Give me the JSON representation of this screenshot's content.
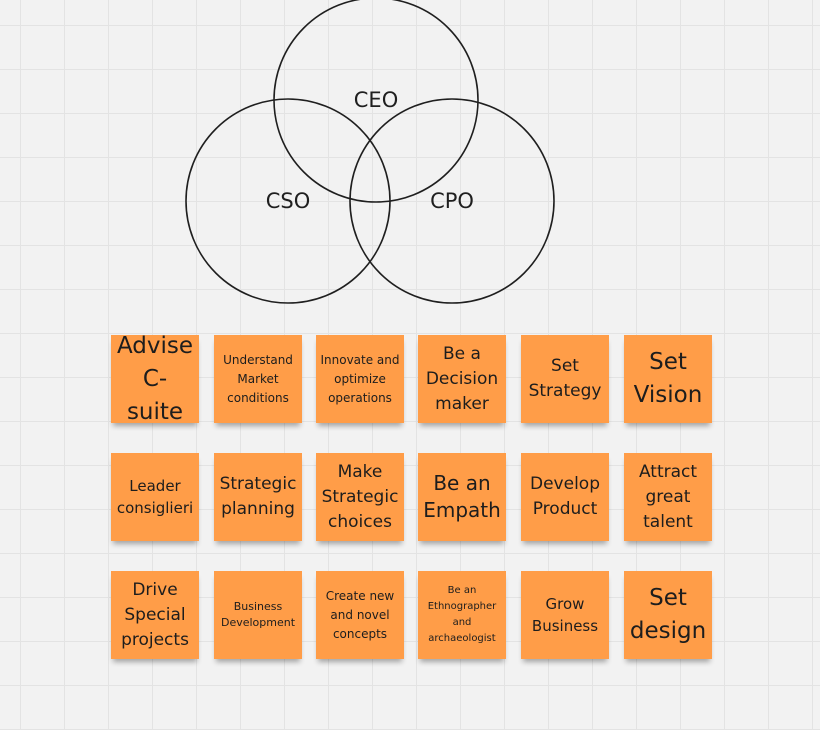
{
  "venn": {
    "labels": [
      "CEO",
      "CSO",
      "CPO"
    ]
  },
  "colors": {
    "note": "#ff9d48",
    "background": "#f2f2f2",
    "grid": "#e3e3e3",
    "stroke": "#1f1f1f"
  },
  "notes": [
    [
      "Advise C-suite",
      "Understand Market conditions",
      "Innovate and optimize operations",
      "Be a Decision maker",
      "Set Strategy",
      "Set Vision"
    ],
    [
      "Leader consiglieri",
      "Strategic planning",
      "Make Strategic choices",
      "Be an Empath",
      "Develop Product",
      "Attract great talent"
    ],
    [
      "Drive Special projects",
      "Business Development",
      "Create new and novel concepts",
      "Be an Ethnographer and archaeologist",
      "Grow Business",
      "Set design"
    ]
  ]
}
